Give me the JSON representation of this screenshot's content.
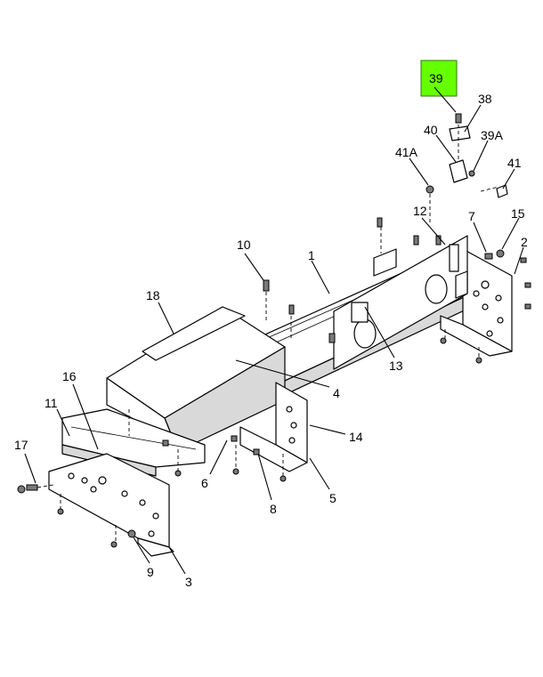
{
  "diagram": {
    "highlighted_callout": "39",
    "highlight_color": "#66ff00",
    "callouts": [
      "1",
      "2",
      "3",
      "4",
      "5",
      "6",
      "7",
      "8",
      "9",
      "10",
      "11",
      "12",
      "13",
      "14",
      "15",
      "16",
      "17",
      "18",
      "38",
      "39A",
      "40",
      "41",
      "41A"
    ]
  }
}
